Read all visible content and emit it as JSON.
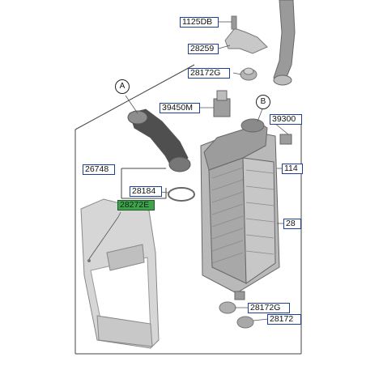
{
  "labels": {
    "bolt_1125db": "1125DB",
    "bracket_28259": "28259",
    "grommet_28172g_top": "28172G",
    "sensor_39450m": "39450M",
    "sensor_39300": "39300",
    "hose_26748": "26748",
    "clamp_28184": "28184",
    "duct_28272e": "28272E",
    "part_114": "114",
    "part_28": "28",
    "grommet_28172g_bottom": "28172G",
    "part_28172_bottom": "28172"
  },
  "callouts": {
    "a": "A",
    "b": "B"
  },
  "highlight_color": "#3fa34d",
  "label_border_color": "#1d3f9a"
}
